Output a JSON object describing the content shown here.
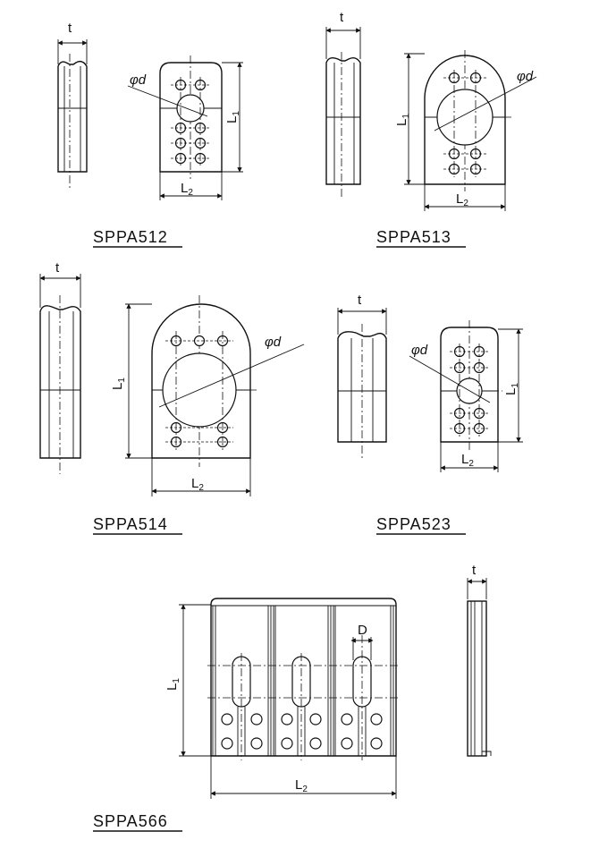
{
  "labels": {
    "t": "t",
    "L1": "L1",
    "L2": "L2",
    "phi_d": "φd",
    "D": "D"
  },
  "captions": {
    "spp512": "SPPA512",
    "spp513": "SPPA513",
    "spp514": "SPPA514",
    "spp523": "SPPA523",
    "spp566": "SPPA566"
  }
}
